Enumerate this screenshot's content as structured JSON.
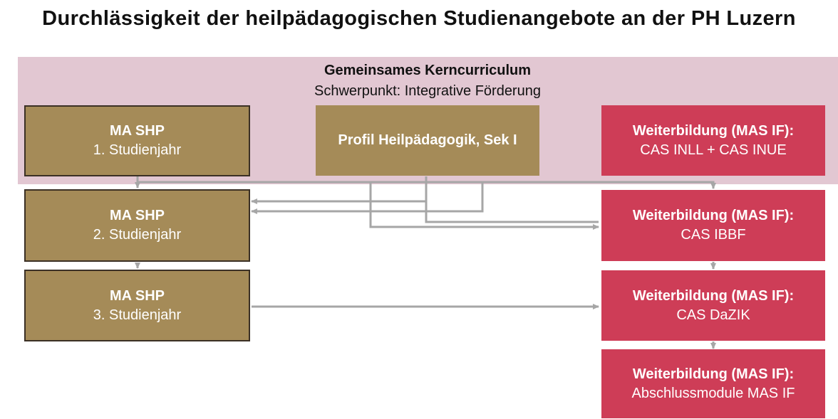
{
  "title": "Durchlässigkeit der heilpädagogischen Studienangebote an der PH Luzern",
  "kerncurriculum": {
    "title": "Gemeinsames Kerncurriculum",
    "subtitle": "Schwerpunkt: Integrative Förderung"
  },
  "ma_shp": [
    {
      "title": "MA SHP",
      "subtitle": "1. Studienjahr"
    },
    {
      "title": "MA SHP",
      "subtitle": "2. Studienjahr"
    },
    {
      "title": "MA SHP",
      "subtitle": "3. Studienjahr"
    }
  ],
  "profil": {
    "title": "Profil Heilpädagogik, Sek I"
  },
  "weiterbildung": [
    {
      "title": "Weiterbildung (MAS IF):",
      "subtitle": "CAS INLL + CAS INUE"
    },
    {
      "title": "Weiterbildung (MAS IF):",
      "subtitle": "CAS IBBF"
    },
    {
      "title": "Weiterbildung (MAS IF):",
      "subtitle": "CAS DaZIK"
    },
    {
      "title": "Weiterbildung (MAS IF):",
      "subtitle": "Abschlussmodule MAS IF"
    }
  ],
  "colors": {
    "kerncurriculum_bg": "#e2c7d2",
    "ma_box": "#a58b58",
    "ma_border": "#3b3025",
    "weiterbildung_box": "#ce3d57",
    "arrow": "#a6a6a6"
  }
}
